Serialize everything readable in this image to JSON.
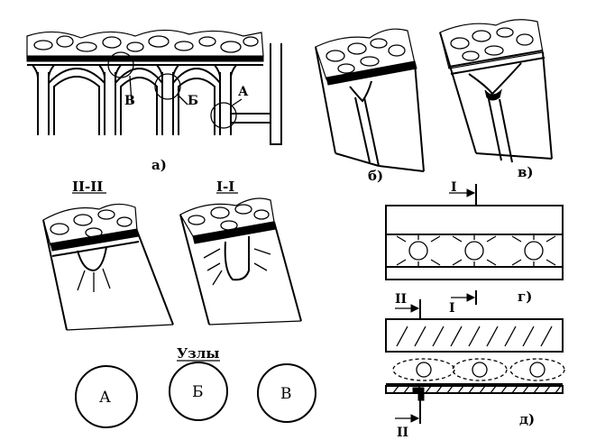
{
  "fig_a": {
    "label": "а)",
    "node_labels": {
      "a": "А",
      "b": "Б",
      "v": "В"
    }
  },
  "fig_b": {
    "label": "б)"
  },
  "fig_v": {
    "label": "в)"
  },
  "fig_g": {
    "label": "г)",
    "section": "I"
  },
  "fig_d": {
    "label": "д)",
    "section_top": "II",
    "section_mid": "I",
    "section_bottom": "II"
  },
  "section_II": {
    "title": "II-II"
  },
  "section_I": {
    "title": "I-I"
  },
  "nodes": {
    "title": "Узлы",
    "items": [
      {
        "label": "А"
      },
      {
        "label": "Б"
      },
      {
        "label": "В"
      }
    ]
  }
}
